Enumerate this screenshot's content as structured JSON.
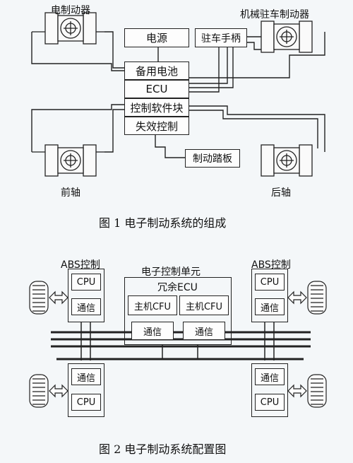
{
  "figure1": {
    "labels": {
      "electric_brake": "电制动器",
      "mechanical_parking_brake": "机械驻车制动器",
      "front_axle": "前轴",
      "rear_axle": "后轴"
    },
    "boxes": {
      "power_source": "电源",
      "parking_handle": "驻车手柄",
      "backup_battery": "备用电池",
      "ecu": "ECU",
      "control_software": "控制软件块",
      "failure_control": "失效控制",
      "brake_pedal": "制动踏板"
    },
    "caption": "图 1    电子制动系统的组成"
  },
  "figure2": {
    "labels": {
      "abs_control_left": "ABS控制",
      "abs_control_right": "ABS控制",
      "ecu_unit_title": "电子控制单元",
      "redundant_ecu": "冗余ECU"
    },
    "boxes": {
      "cpu": "CPU",
      "comm": "通信",
      "main_cfu": "主机CFU"
    },
    "caption": "图 2    电子制动系统配置图"
  }
}
